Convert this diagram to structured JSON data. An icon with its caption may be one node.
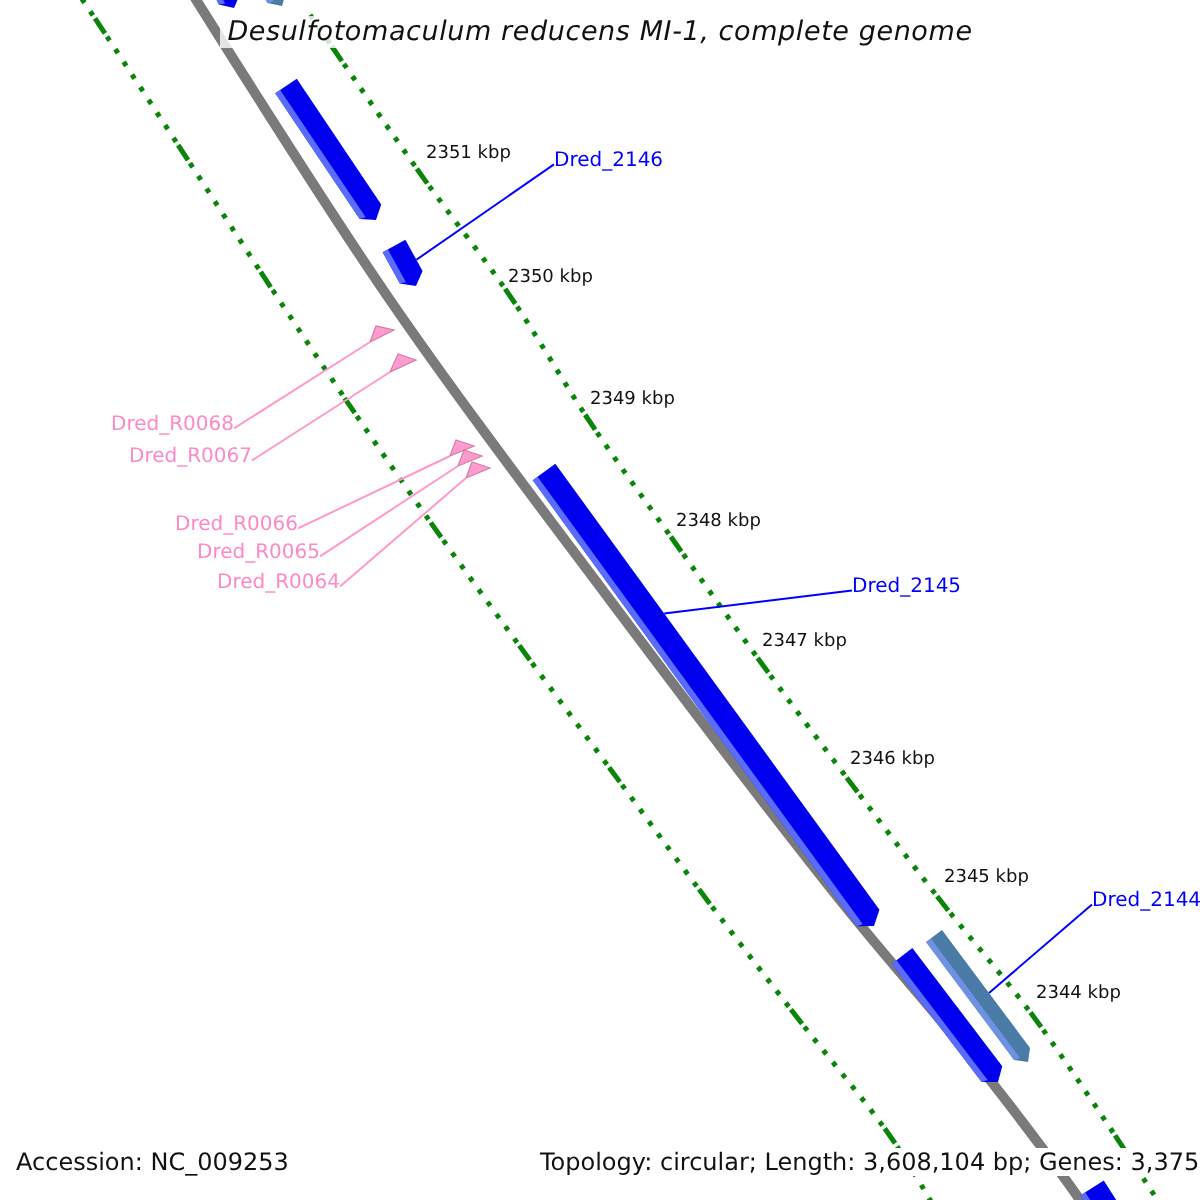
{
  "diagram": {
    "title": "Desulfotomaculum reducens MI-1, complete genome",
    "nodes": [
      {
        "text": [
          "Dred_2146"
        ]
      },
      {
        "text": [
          "Dred_2145"
        ]
      },
      {
        "text": [
          "Dred_2144"
        ]
      },
      {
        "text": [
          "Dred_R0068"
        ]
      },
      {
        "text": [
          "Dred_R0067"
        ]
      },
      {
        "text": [
          "Dred_R0066"
        ]
      },
      {
        "text": [
          "Dred_R0065"
        ]
      },
      {
        "text": [
          "Dred_R0064"
        ]
      },
      {
        "text": [],
        "shape": "bar"
      },
      {
        "text": [],
        "shape": "bar"
      },
      {
        "text": [],
        "shape": "bar"
      },
      {
        "text": [],
        "shape": "bar"
      },
      {
        "text": [],
        "shape": "triangle"
      },
      {
        "text": [],
        "shape": "triangle"
      },
      {
        "text": [],
        "shape": "triangle"
      },
      {
        "text": [],
        "shape": "triangle"
      },
      {
        "text": [],
        "shape": "triangle"
      },
      {
        "text": [],
        "shape": "bar"
      },
      {
        "text": [],
        "shape": "bar"
      },
      {
        "text": [],
        "shape": "bar"
      },
      {
        "text": [],
        "shape": "bar"
      }
    ],
    "edges": [
      {
        "from": 0,
        "to": 11,
        "arrow": "none",
        "color": "#0000ff"
      },
      {
        "from": 1,
        "to": 17,
        "arrow": "none",
        "color": "#0000ff"
      },
      {
        "from": 2,
        "to": 18,
        "arrow": "none",
        "color": "#0000ff"
      },
      {
        "from": 3,
        "to": 12,
        "arrow": "none"
      },
      {
        "from": 4,
        "to": 13,
        "arrow": "none"
      },
      {
        "from": 5,
        "to": 14,
        "arrow": "none"
      },
      {
        "from": 6,
        "to": 15,
        "arrow": "none"
      },
      {
        "from": 7,
        "to": 16,
        "arrow": "none"
      }
    ],
    "labels": [
      "2351 kbp",
      "2350 kbp",
      "2349 kbp",
      "2348 kbp",
      "2347 kbp",
      "2346 kbp",
      "2345 kbp",
      "2344 kbp",
      "Accession: NC_009253",
      "Topology: circular; Length: 3,608,104 bp; Genes: 3,375"
    ]
  }
}
